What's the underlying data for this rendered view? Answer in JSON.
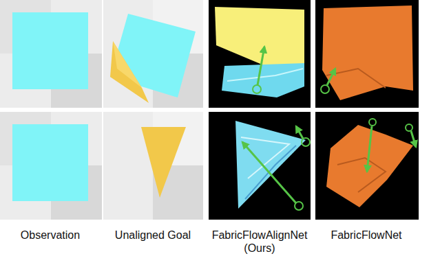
{
  "diagram": {
    "labels": [
      "Observation",
      "Unaligned Goal",
      "FabricFlowAlignNet (Ours)",
      "FabricFlowNet"
    ]
  }
}
